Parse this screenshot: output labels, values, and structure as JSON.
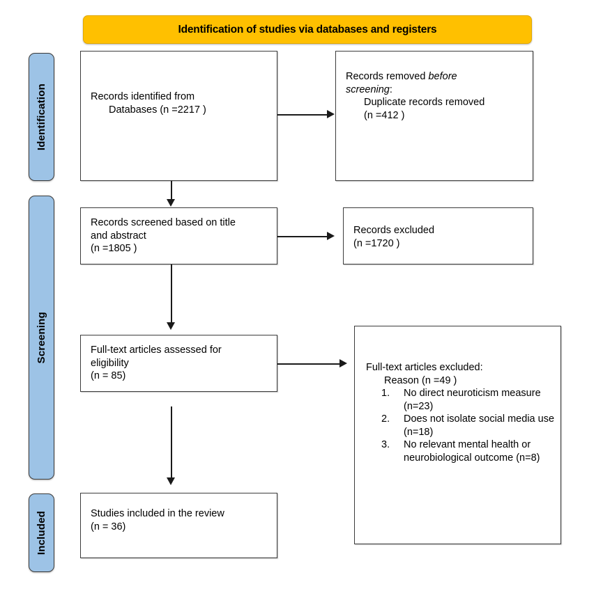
{
  "banner": {
    "title": "Identification of studies via databases and registers"
  },
  "stages": [
    {
      "key": "identification",
      "label": "Identification"
    },
    {
      "key": "screening",
      "label": "Screening"
    },
    {
      "key": "included",
      "label": "Included"
    }
  ],
  "boxes": {
    "identified": {
      "line1": "Records identified from",
      "line2": "Databases (n =2217 )"
    },
    "removed": {
      "line1_pre": "Records removed ",
      "line1_italic": "before",
      "line2_italic": "screening",
      "line2_post": ":",
      "line3": "Duplicate records removed",
      "line4": "(n =412 )"
    },
    "screened": {
      "line1": "Records screened based on title",
      "line2": "and abstract",
      "line3": "(n =1805 )"
    },
    "excluded": {
      "line1": "Records excluded",
      "line2": "(n =1720 )"
    },
    "fulltext": {
      "line1": "Full-text articles assessed for",
      "line2": "eligibility",
      "line3": "(n = 85)"
    },
    "reasons": {
      "line1": "Full-text articles excluded:",
      "line2": "Reason  (n =49 )",
      "items": [
        "No direct neuroticism measure (n=23)",
        "Does not isolate social media use (n=18)",
        "No relevant mental health or neurobiological outcome (n=8)"
      ]
    },
    "included": {
      "line1": "Studies included in the review",
      "line2": "(n = 36)"
    }
  },
  "colors": {
    "banner_fill": "#FFC000",
    "stage_fill": "#9DC3E6",
    "box_border": "#3B3B3B",
    "connector": "#1a1a1a",
    "page_background": "#ffffff"
  }
}
